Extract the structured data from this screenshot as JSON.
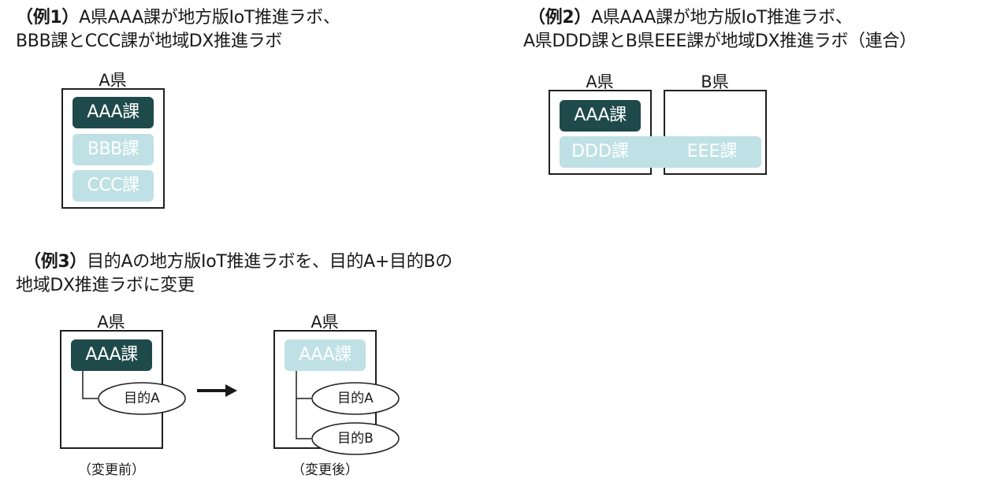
{
  "example1": {
    "heading_tag": "（例1）",
    "heading_line1": "A県AAA課が地方版IoT推進ラボ、",
    "heading_line2": "BBB課とCCC課が地域DX推進ラボ",
    "pref_label": "A県",
    "depts": [
      "AAA課",
      "BBB課",
      "CCC課"
    ]
  },
  "example2": {
    "heading_tag": "（例2）",
    "heading_line1": "A県AAA課が地方版IoT推進ラボ、",
    "heading_line2": "A県DDD課とB県EEE課が地域DX推進ラボ（連合）",
    "pref_a_label": "A県",
    "pref_b_label": "B県",
    "dept_aaa": "AAA課",
    "dept_ddd": "DDD課",
    "dept_eee": "EEE課"
  },
  "example3": {
    "heading_tag": "（例3）",
    "heading_line1": "目的Aの地方版IoT推進ラボを、目的A+目的Bの",
    "heading_line2": "地域DX推進ラボに変更",
    "before": {
      "pref_label": "A県",
      "dept": "AAA課",
      "purpose": "目的A",
      "caption": "（変更前）"
    },
    "after": {
      "pref_label": "A県",
      "dept": "AAA課",
      "purposes": [
        "目的A",
        "目的B"
      ],
      "caption": "（変更後）"
    }
  },
  "colors": {
    "dark_teal": "#1f4a4b",
    "light_teal": "#bfe1e5",
    "border": "#1f1f1f"
  },
  "icons": {
    "arrow": "right-arrow-icon"
  }
}
